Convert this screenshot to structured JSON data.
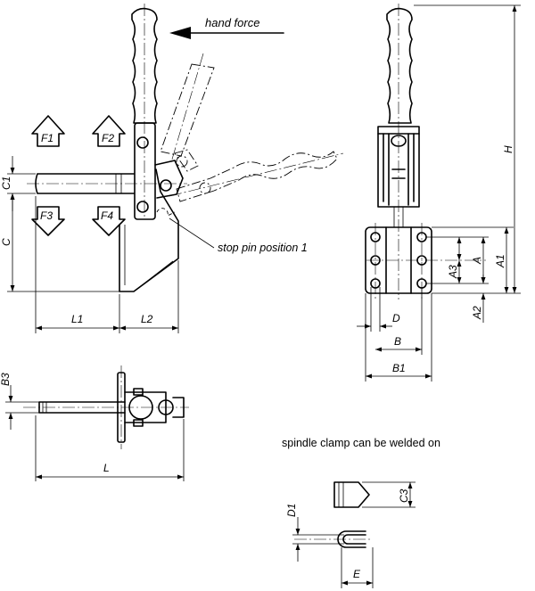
{
  "annotations": {
    "hand_force": "hand force",
    "stop_pin": "stop pin position 1",
    "spindle_note": "spindle clamp can be welded on"
  },
  "forces": {
    "f1": "F1",
    "f2": "F2",
    "f3": "F3",
    "f4": "F4"
  },
  "dimensions": {
    "c1": "C1",
    "c": "C",
    "l1": "L1",
    "l2": "L2",
    "b3": "B3",
    "l": "L",
    "h": "H",
    "a": "A",
    "a1": "A1",
    "a2": "A2",
    "a3": "A3",
    "d": "D",
    "b": "B",
    "b1": "B1",
    "c3": "C3",
    "d1": "D1",
    "e": "E"
  }
}
